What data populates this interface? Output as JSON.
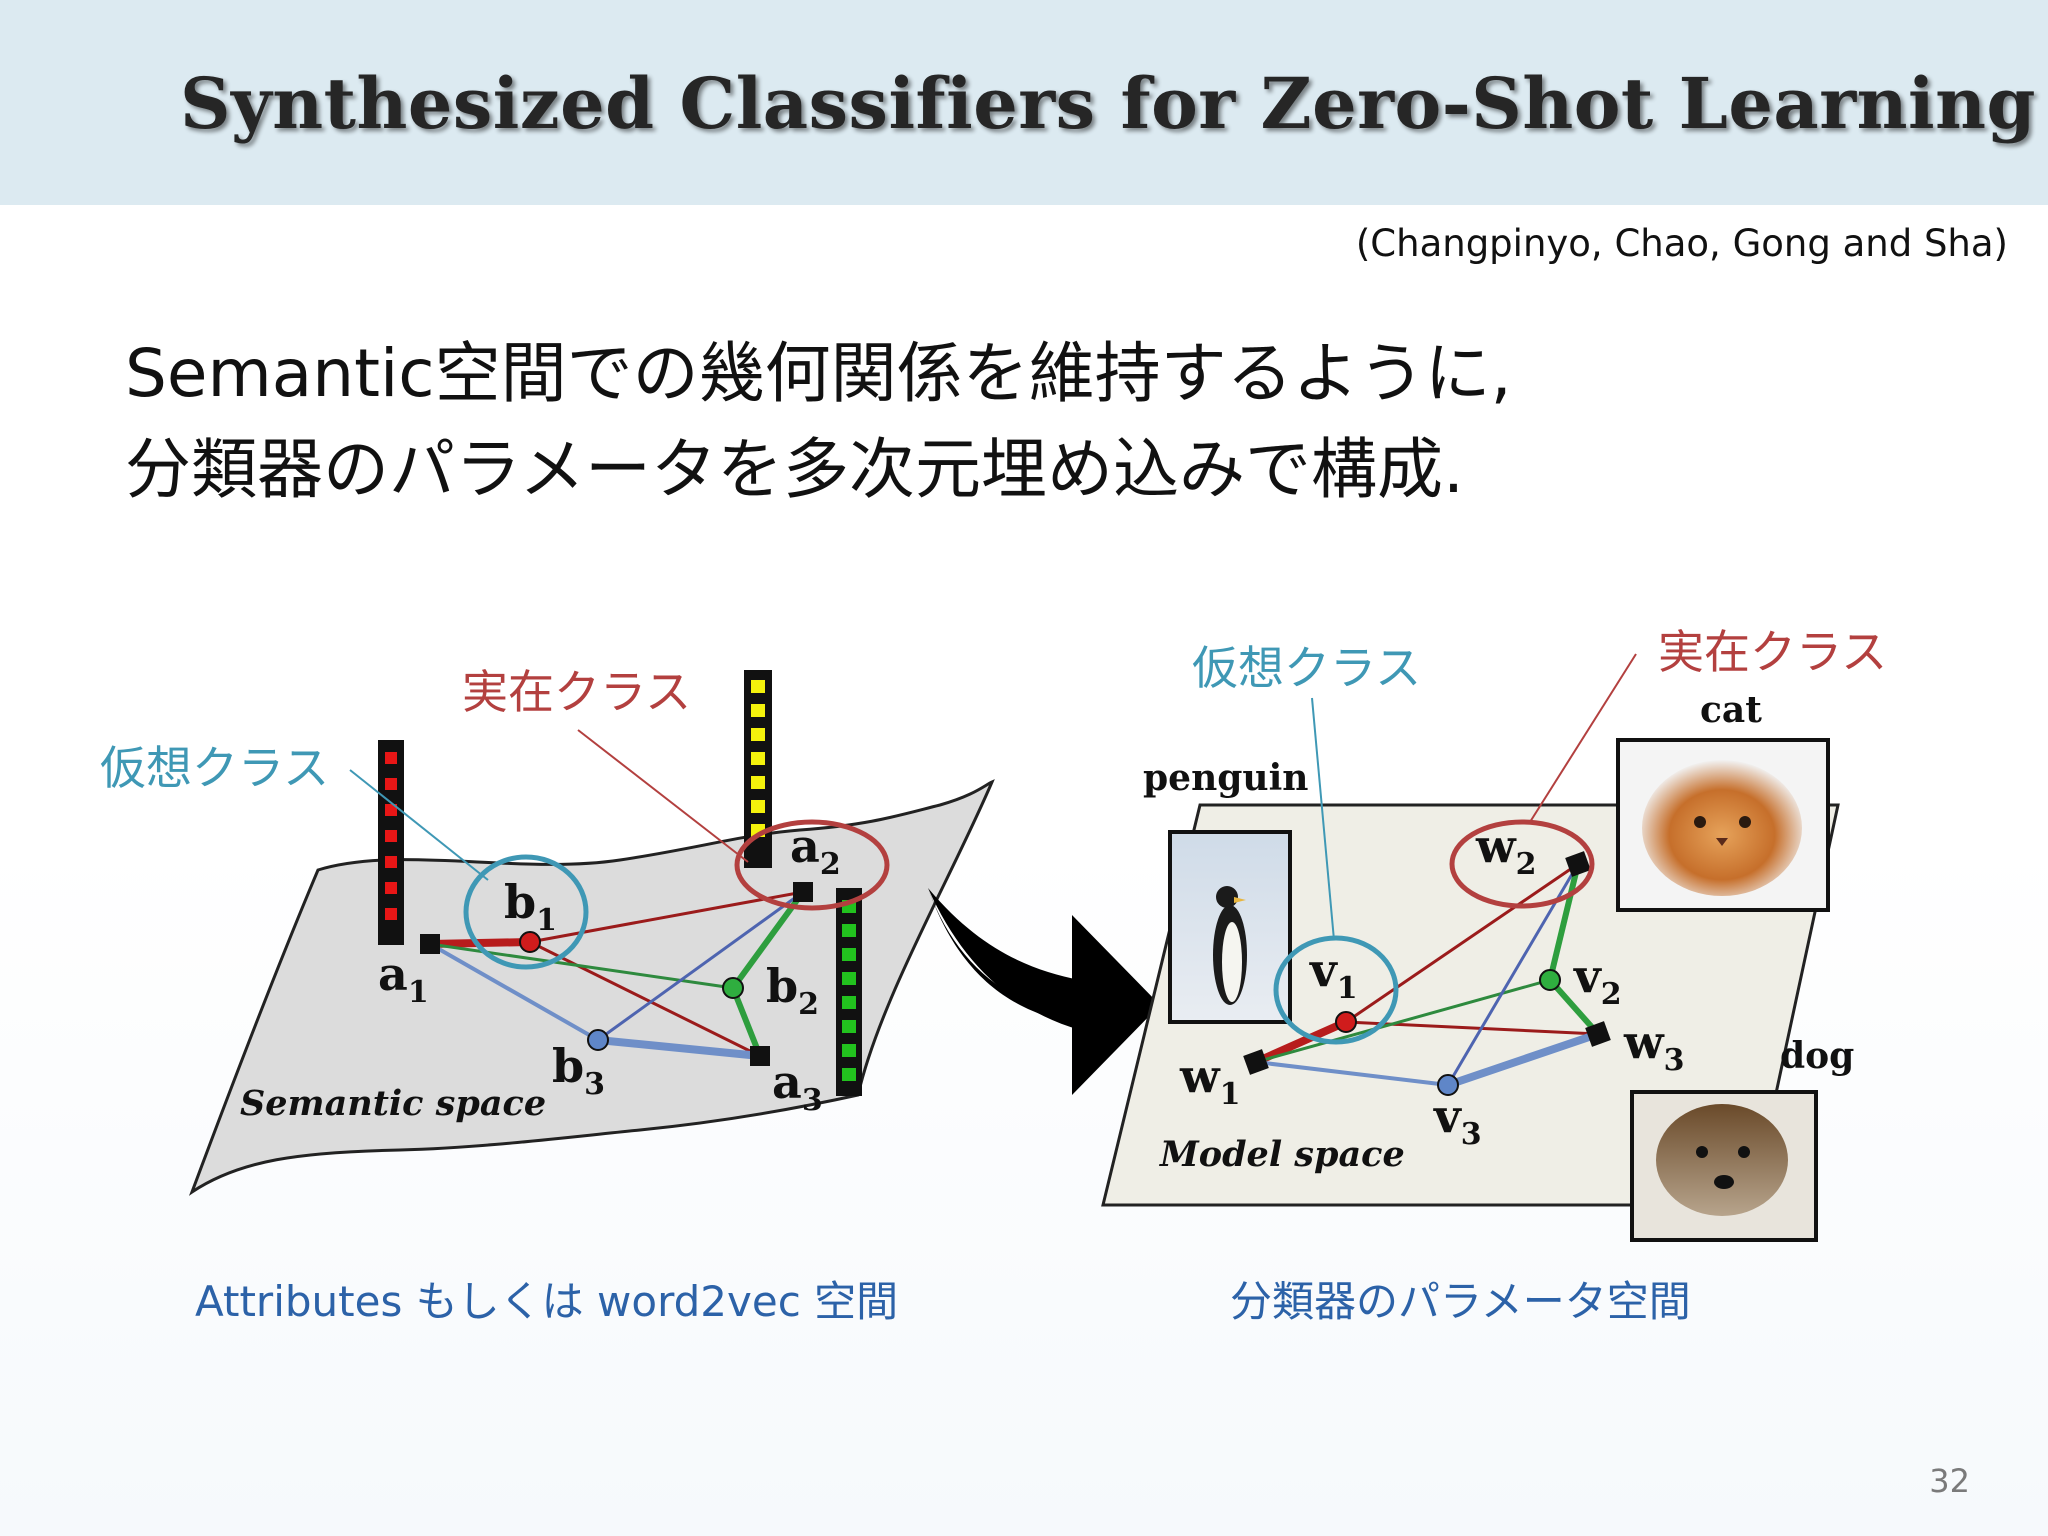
{
  "slide": {
    "title": "Synthesized Classifiers for Zero-Shot Learning",
    "authors": "(Changpinyo, Chao, Gong and Sha)",
    "body_lines": [
      "Semantic空間での幾何関係を維持するように,",
      "分類器のパラメータを多次元埋め込みで構成."
    ],
    "page_number": "32"
  },
  "figure": {
    "annotations": {
      "real_class": "実在クラス",
      "virtual_class": "仮想クラス"
    },
    "semantic": {
      "space_label": "Semantic space",
      "a1": "a",
      "a1_sub": "1",
      "a2": "a",
      "a2_sub": "2",
      "a3": "a",
      "a3_sub": "3",
      "b1": "b",
      "b1_sub": "1",
      "b2": "b",
      "b2_sub": "2",
      "b3": "b",
      "b3_sub": "3",
      "caption": "Attributes もしくは word2vec 空間"
    },
    "model": {
      "space_label": "Model space",
      "w1": "w",
      "w1_sub": "1",
      "w2": "w",
      "w2_sub": "2",
      "w3": "w",
      "w3_sub": "3",
      "v1": "v",
      "v1_sub": "1",
      "v2": "v",
      "v2_sub": "2",
      "v3": "v",
      "v3_sub": "3",
      "penguin": "penguin",
      "cat": "cat",
      "dog": "dog",
      "caption": "分類器のパラメータ空間"
    },
    "colors": {
      "red_edge": "#b71c1c",
      "green_edge": "#2e9e3e",
      "blue_edge": "#6f8fc8",
      "annotation_red": "#b3403f",
      "annotation_blue": "#3f98b5",
      "sheet_fill": "#dcdcdc",
      "model_plane_fill": "#efeee6"
    }
  }
}
